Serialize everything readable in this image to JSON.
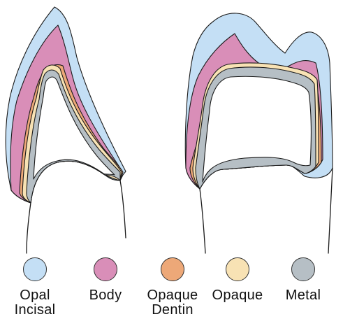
{
  "colors": {
    "opal_incisal": "#c4dff5",
    "body": "#d98eb8",
    "opaque_dentin": "#eda878",
    "opaque": "#f8e2b4",
    "metal": "#b6bfc5"
  },
  "legend": [
    {
      "label": "Opal\nIncisal",
      "color": "#c4dff5"
    },
    {
      "label": "Body",
      "color": "#d98eb8"
    },
    {
      "label": "Opaque\nDentin",
      "color": "#eda878"
    },
    {
      "label": "Opaque",
      "color": "#f8e2b4"
    },
    {
      "label": "Metal",
      "color": "#b6bfc5"
    }
  ]
}
